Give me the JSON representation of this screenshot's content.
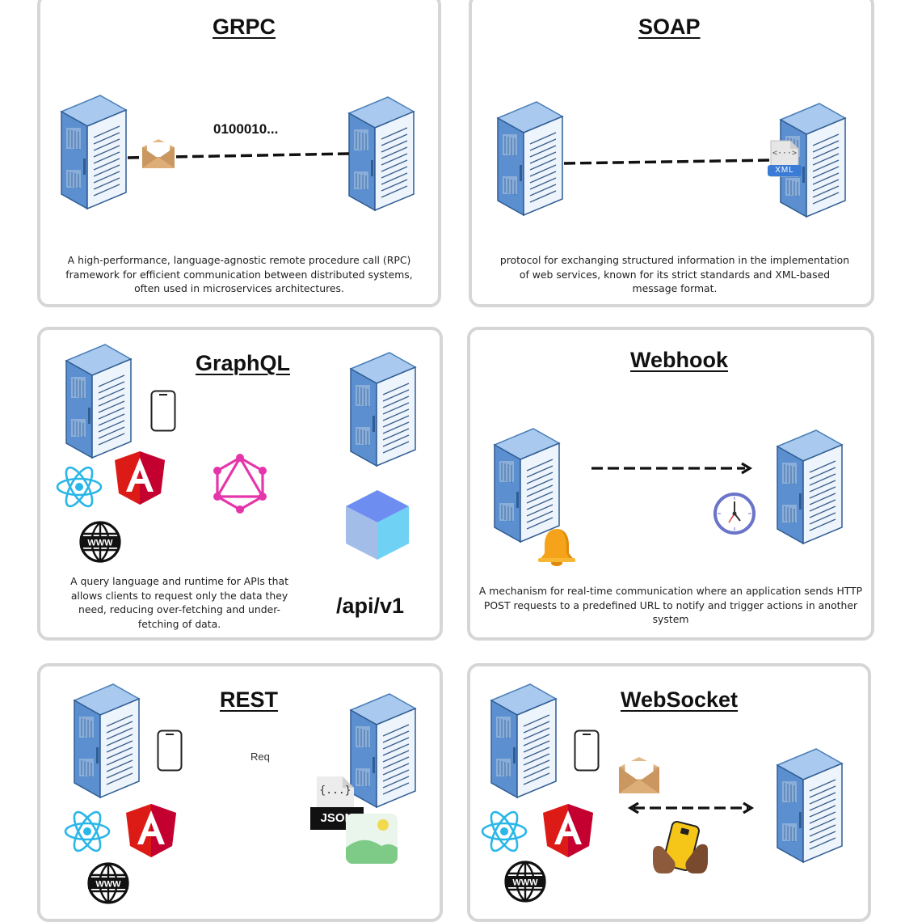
{
  "panels": {
    "grpc": {
      "title": "GRPC",
      "binary": "0100010...",
      "description": "A high-performance, language-agnostic remote procedure call (RPC) framework for efficient communication between distributed systems, often used in microservices architectures."
    },
    "soap": {
      "title": "SOAP",
      "xml_label": "XML",
      "xml_code": "<···>",
      "description": "protocol for exchanging structured information in the implementation of web services, known for its strict standards and XML-based message format."
    },
    "graphql": {
      "title": "GraphQL",
      "endpoint": "/api/v1",
      "description": "A query language and runtime for APIs that allows clients to request only the data they need, reducing over-fetching and under-fetching of data."
    },
    "webhook": {
      "title": "Webhook",
      "description": "A mechanism for real-time communication where an application sends HTTP POST requests to a predefined URL to notify and trigger actions in another system"
    },
    "rest": {
      "title": "REST",
      "request_label": "Req",
      "json_label": "JSON",
      "json_code": "{...}"
    },
    "websocket": {
      "title": "WebSocket"
    }
  },
  "icons": {
    "server": "server-rack-icon",
    "envelope": "envelope-icon",
    "phone": "smartphone-icon",
    "react": "react-logo-icon",
    "angular": "angular-logo-icon",
    "www": "www-globe-icon",
    "graphql": "graphql-logo-icon",
    "cube": "cube-icon",
    "bell": "bell-icon",
    "clock": "clock-icon",
    "image": "image-icon",
    "json": "json-file-icon",
    "xml": "xml-file-icon",
    "hands_phone": "hands-holding-phone-icon"
  },
  "colors": {
    "server_blue": "#6d9fd6",
    "server_light": "#a9c9ee",
    "server_face": "#eef4fb",
    "react": "#61dafb",
    "angular": "#dd1b16",
    "graphql": "#e535ab",
    "bell": "#f5a31a",
    "clock": "#5c6bc0",
    "border": "#d6d6d6"
  }
}
